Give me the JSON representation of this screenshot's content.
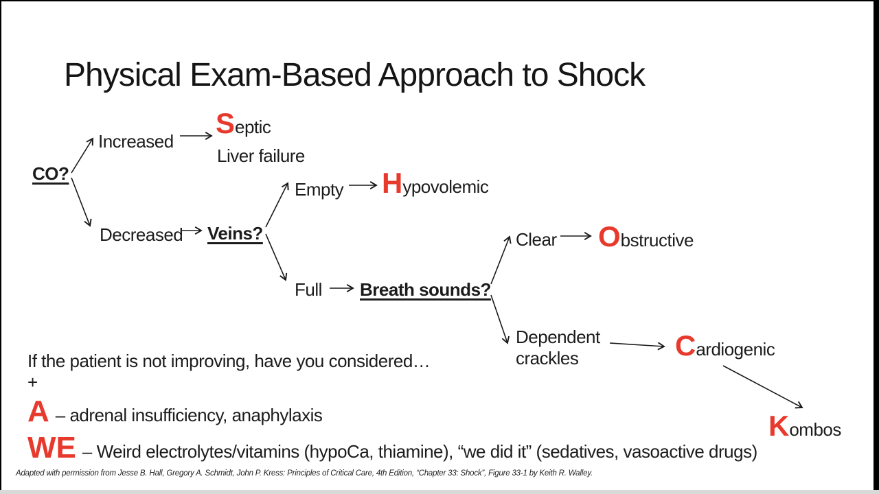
{
  "slide": {
    "title": "Physical Exam-Based Approach to Shock",
    "citation": "Adapted with permission from Jesse B. Hall, Gregory A. Schmidt, John P. Kress: Principles of Critical Care, 4th Edition, “Chapter 33: Shock”, Figure 33-1 by Keith R. Walley."
  },
  "colors": {
    "accent_red": "#e8392d",
    "text_black": "#1c1c1c",
    "slide_background": "#ffffff",
    "edge_black": "#000000",
    "bottom_strip_gray": "#d9d9d9"
  },
  "flowchart": {
    "co_node": "CO?",
    "increased": "Increased",
    "decreased": "Decreased",
    "septic": {
      "initial": "S",
      "rest": "eptic"
    },
    "liver_failure": "Liver failure",
    "veins_node": "Veins?",
    "empty": "Empty",
    "full": "Full",
    "hypovolemic": {
      "initial": "H",
      "rest": "ypovolemic"
    },
    "breath_sounds_node": "Breath sounds?",
    "clear": "Clear",
    "dependent_crackles": {
      "line1": "Dependent",
      "line2": "crackles"
    },
    "obstructive": {
      "initial": "O",
      "rest": "bstructive"
    },
    "cardiogenic": {
      "initial": "C",
      "rest": "ardiogenic"
    },
    "kombos": {
      "initial": "K",
      "rest": "ombos"
    }
  },
  "notes": {
    "intro": "If the patient is not improving, have you considered…",
    "plus": "+",
    "a_item": {
      "initial": "A",
      "text": "– adrenal insufficiency, anaphylaxis"
    },
    "we_item": {
      "initial": "WE",
      "text": "– Weird electrolytes/vitamins (hypoCa, thiamine), “we did it” (sedatives, vasoactive drugs)"
    }
  }
}
